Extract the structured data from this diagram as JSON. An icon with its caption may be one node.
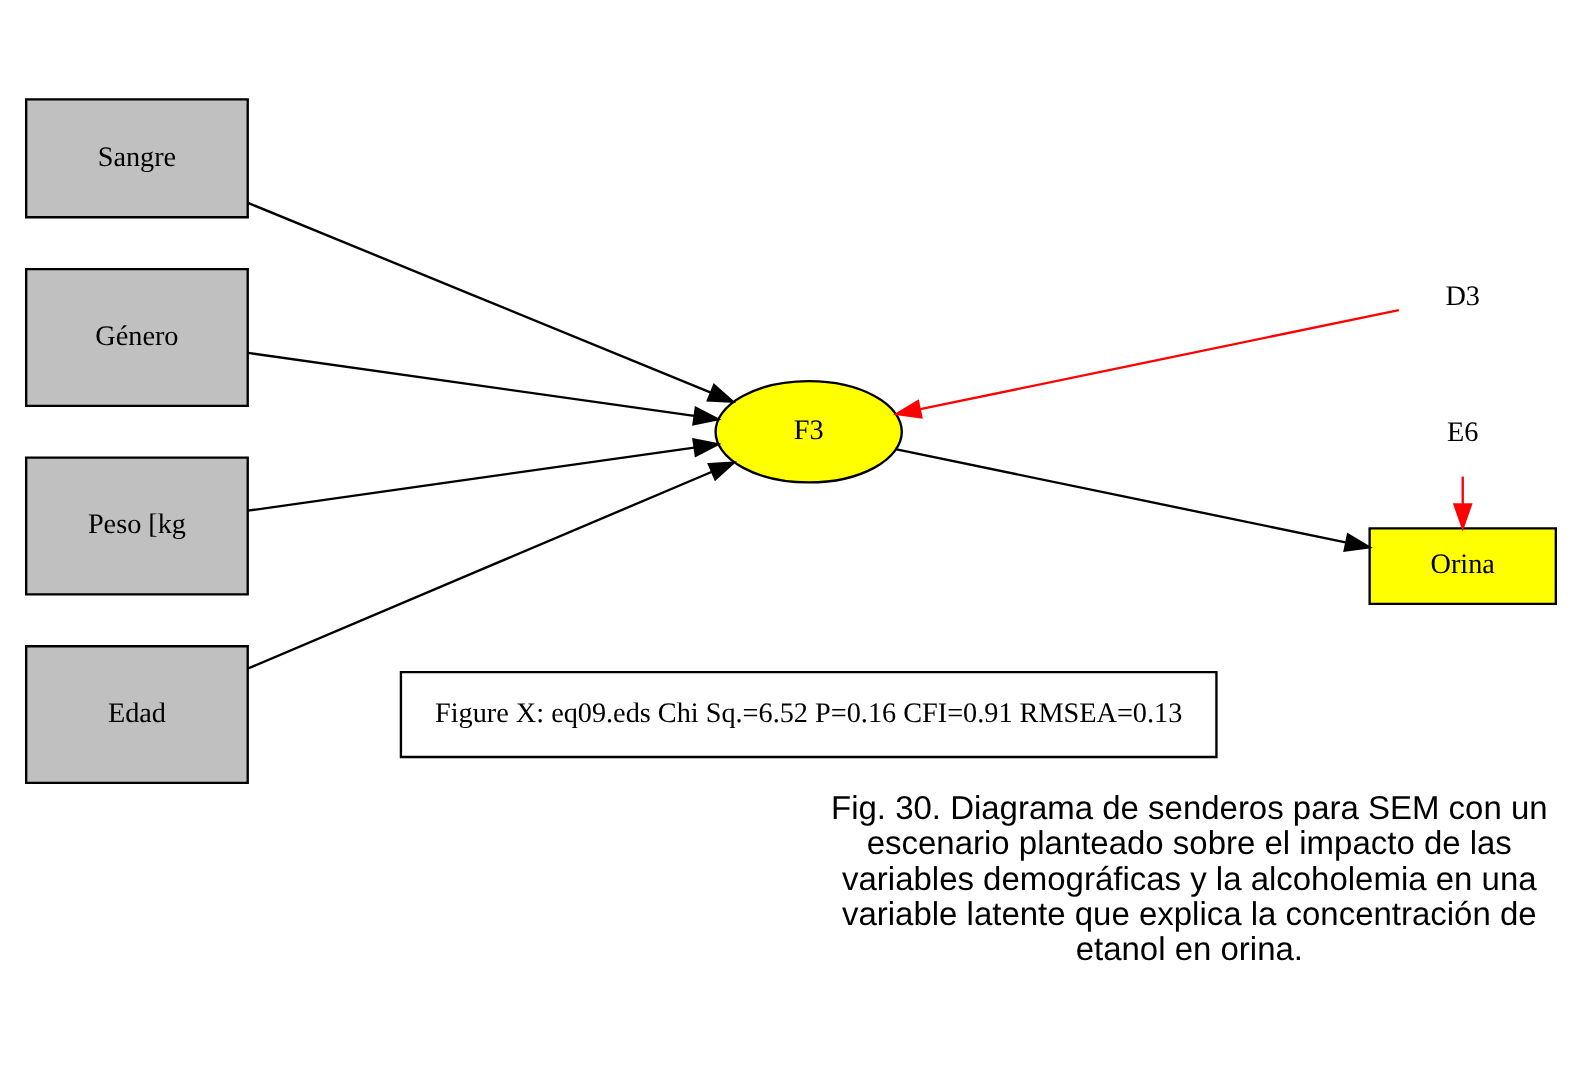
{
  "diagram": {
    "caption": "Fig. 30. Diagrama de senderos para SEM con un escenario planteado sobre el impacto de las variables demográficas y la alcoholemia en una variable latente que explica la concentración de etanol en orina.",
    "nodes": [
      {
        "text": [
          "Sangre"
        ]
      },
      {
        "text": [
          "Género"
        ]
      },
      {
        "text": [
          "Peso [kg"
        ]
      },
      {
        "text": [
          "Edad"
        ]
      },
      {
        "text": [
          "F3"
        ]
      },
      {
        "text": [
          "Orina"
        ]
      },
      {
        "text": [
          "E6"
        ]
      },
      {
        "text": [
          "D3"
        ]
      },
      {
        "text": [
          "Figure X: eq09.eds Chi Sq.=6.52 P=0.16 CFI=0.91 RMSEA=0.13"
        ]
      }
    ],
    "edges": [
      {
        "from": 0,
        "to": 4,
        "arrow": "to"
      },
      {
        "from": 1,
        "to": 4,
        "arrow": "to"
      },
      {
        "from": 2,
        "to": 4,
        "arrow": "to"
      },
      {
        "from": 3,
        "to": 4,
        "arrow": "to"
      },
      {
        "from": 4,
        "to": 5,
        "arrow": "to"
      },
      {
        "from": 6,
        "to": 5,
        "arrow": "to",
        "color": "#ff0000"
      },
      {
        "from": 7,
        "to": 4,
        "arrow": "to",
        "color": "#ff0000"
      }
    ]
  }
}
